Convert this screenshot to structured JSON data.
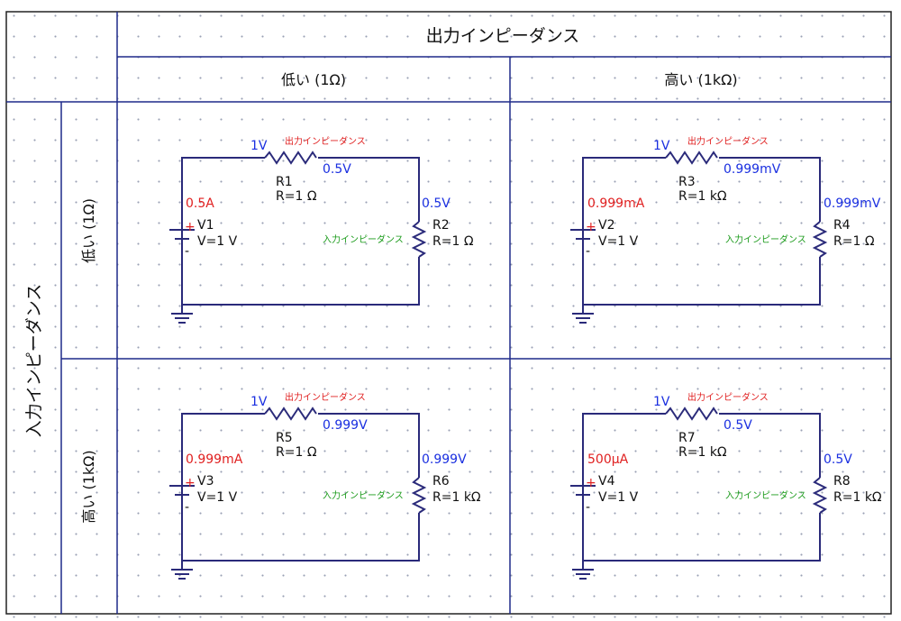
{
  "header": {
    "output_impedance": "出力インピーダンス",
    "input_impedance": "入力インピーダンス",
    "col_low": "低い (1Ω)",
    "col_high": "高い (1kΩ)",
    "row_low": "低い (1Ω)",
    "row_high": "高い (1kΩ)"
  },
  "circuits": [
    {
      "source_node_v": "1V",
      "output_label": "出力インピーダンス",
      "r_out_name": "R1",
      "r_out_value": "R=1 Ω",
      "mid_node_v": "0.5V",
      "current": "0.5A",
      "source_name": "V1",
      "source_value": "V=1 V",
      "load_node_v": "0.5V",
      "input_label": "入力インピーダンス",
      "r_in_name": "R2",
      "r_in_value": "R=1 Ω"
    },
    {
      "source_node_v": "1V",
      "output_label": "出力インピーダンス",
      "r_out_name": "R3",
      "r_out_value": "R=1 kΩ",
      "mid_node_v": "0.999mV",
      "current": "0.999mA",
      "source_name": "V2",
      "source_value": "V=1 V",
      "load_node_v": "0.999mV",
      "input_label": "入力インピーダンス",
      "r_in_name": "R4",
      "r_in_value": "R=1 Ω"
    },
    {
      "source_node_v": "1V",
      "output_label": "出力インピーダンス",
      "r_out_name": "R5",
      "r_out_value": "R=1 Ω",
      "mid_node_v": "0.999V",
      "current": "0.999mA",
      "source_name": "V3",
      "source_value": "V=1 V",
      "load_node_v": "0.999V",
      "input_label": "入力インピーダンス",
      "r_in_name": "R6",
      "r_in_value": "R=1 kΩ"
    },
    {
      "source_node_v": "1V",
      "output_label": "出力インピーダンス",
      "r_out_name": "R7",
      "r_out_value": "R=1 kΩ",
      "mid_node_v": "0.5V",
      "current": "500μA",
      "source_name": "V4",
      "source_value": "V=1 V",
      "load_node_v": "0.5V",
      "input_label": "入力インピーダンス",
      "r_in_name": "R8",
      "r_in_value": "R=1 kΩ"
    }
  ],
  "colors": {
    "grid_line": "#1f2a8a",
    "wire": "#2a2a7a",
    "voltage": "#1a2fe0",
    "current": "#e02020",
    "input_label": "#1b9b1b"
  }
}
